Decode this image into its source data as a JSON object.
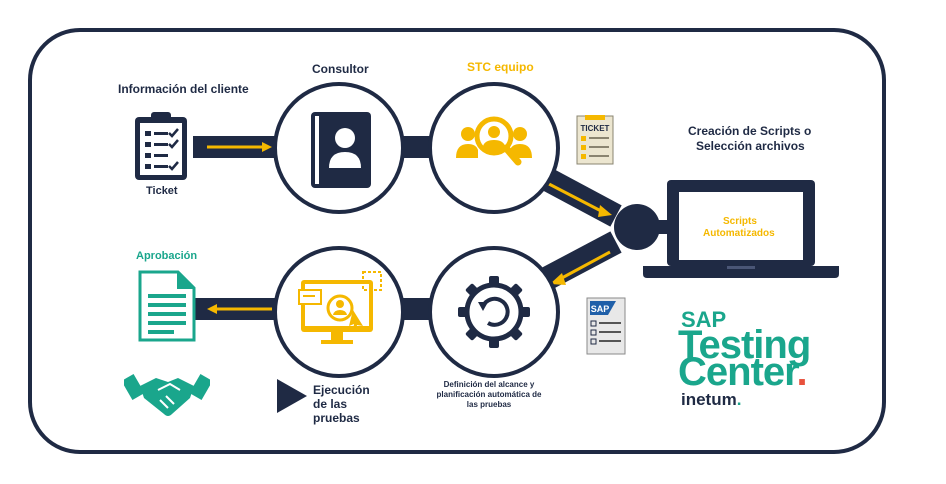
{
  "labels": {
    "cliente": "Información del cliente",
    "ticket": "Ticket",
    "consultor": "Consultor",
    "stc": "STC equipo",
    "creacion_1": "Creación de Scripts o",
    "creacion_2": "Selección archivos",
    "scripts_1": "Scripts",
    "scripts_2": "Automatizados",
    "aprobacion": "Aprobación",
    "ejecucion_1": "Ejecución",
    "ejecucion_2": "de las",
    "ejecucion_3": "pruebas",
    "definicion_1": "Definición del alcance y",
    "definicion_2": "planificación automática de",
    "definicion_3": "las pruebas",
    "ticket_card": "TICKET",
    "sap_card": "SAP"
  },
  "brand": {
    "sap": "SAP",
    "testing": "Testing",
    "center": "Center",
    "period": ".",
    "inetum": "inetum",
    "inetum_mark": "."
  },
  "colors": {
    "navy": "#1f2a44",
    "gold": "#f5b800",
    "teal": "#1aa68c",
    "coral": "#e8513d"
  },
  "icons": [
    "clipboard-checklist-icon",
    "contact-book-icon",
    "team-search-icon",
    "ticket-card-icon",
    "laptop-icon",
    "gear-refresh-icon",
    "monitor-user-icon",
    "sap-document-icon",
    "document-icon",
    "handshake-icon",
    "play-triangle-icon"
  ]
}
